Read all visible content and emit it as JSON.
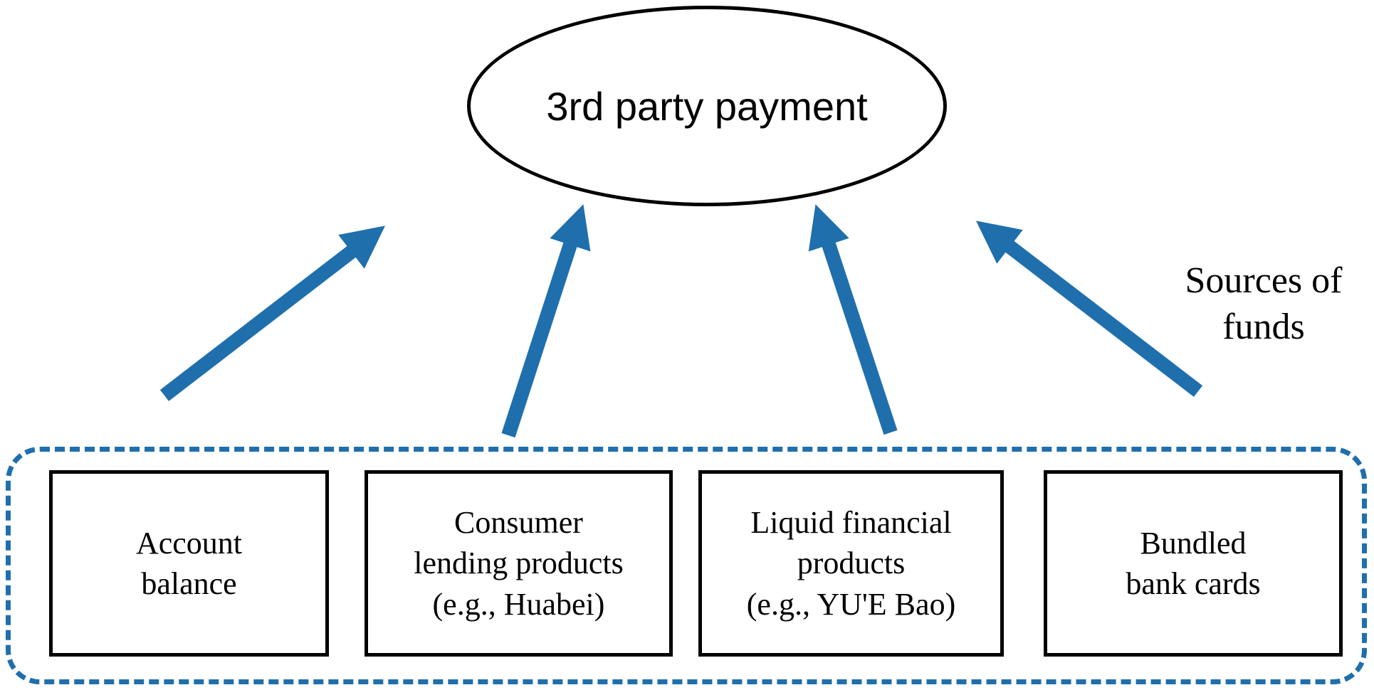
{
  "diagram": {
    "title": "3rd party payment",
    "side_label": "Sources of\nfunds",
    "boxes": [
      {
        "id": "account-balance",
        "label": "Account\nbalance"
      },
      {
        "id": "consumer-lending",
        "label": "Consumer\nlending products\n(e.g., Huabei)"
      },
      {
        "id": "liquid-financial",
        "label": "Liquid financial\nproducts\n(e.g., YU'E Bao)"
      },
      {
        "id": "bundled-bank-cards",
        "label": "Bundled\nbank cards"
      }
    ],
    "colors": {
      "arrow": "#1f6fad",
      "dashed_border": "#1f6fad",
      "shape_border": "#000000",
      "background": "#ffffff",
      "text": "#000000"
    }
  }
}
